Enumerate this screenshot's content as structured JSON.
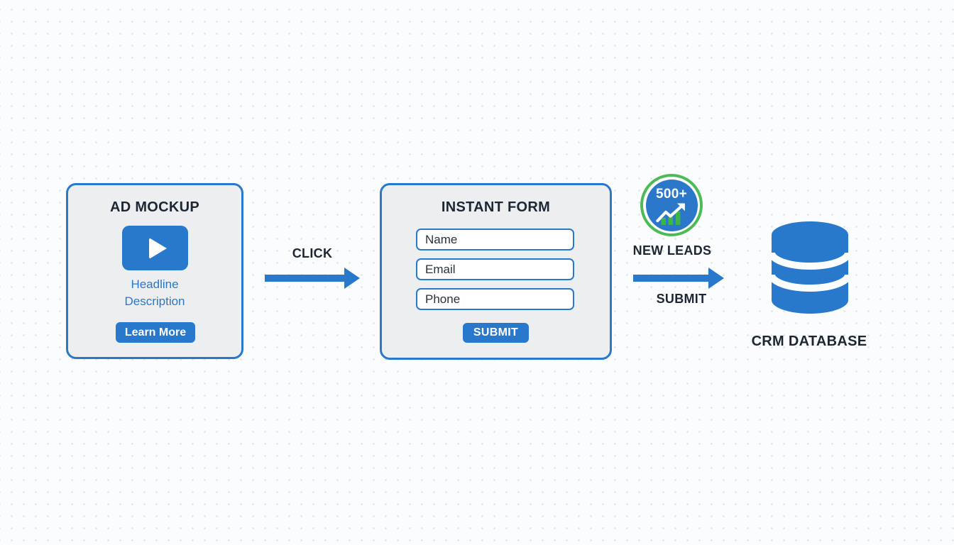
{
  "colors": {
    "blue": "#2878CC",
    "green_ring": "#4CBB57",
    "bar_green": "#3DB54A",
    "dark_text": "#1C2733",
    "card_bg": "#EDEEF0"
  },
  "ad_card": {
    "title": "AD MOCKUP",
    "headline": "Headline",
    "description": "Description",
    "cta_label": "Learn More"
  },
  "flow": {
    "click_label": "CLICK",
    "submit_label": "SUBMIT"
  },
  "form_card": {
    "title": "INSTANT FORM",
    "fields": [
      {
        "placeholder": "Name",
        "value": ""
      },
      {
        "placeholder": "Email",
        "value": ""
      },
      {
        "placeholder": "Phone",
        "value": ""
      }
    ],
    "submit_label": "SUBMIT"
  },
  "leads_badge": {
    "count": "500+",
    "label": "NEW LEADS"
  },
  "database": {
    "label": "CRM DATABASE"
  }
}
